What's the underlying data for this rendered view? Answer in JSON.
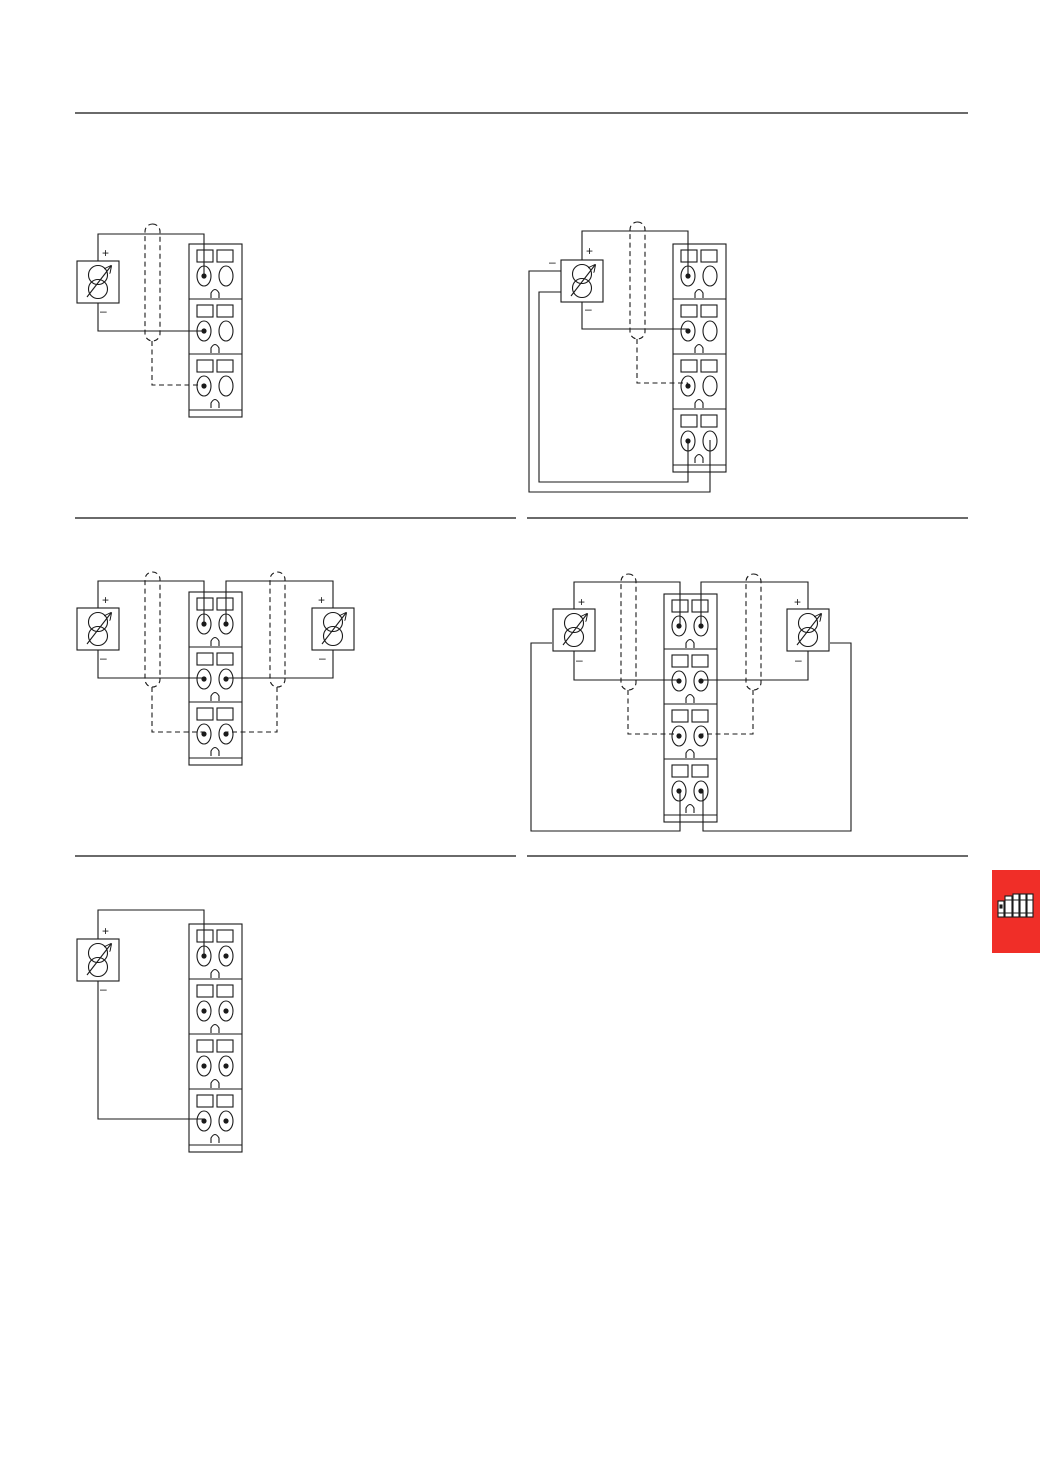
{
  "colors": {
    "line": "#1a1a1a",
    "rule": "#555555",
    "tab": "#f02e28"
  },
  "labels": {
    "plus": "+",
    "minus": "–"
  },
  "diagrams": [
    {
      "id": "two-wire-shielded",
      "transmitters": 1,
      "terminal_slots": 3,
      "shielded": true,
      "power_wires": false
    },
    {
      "id": "four-wire-shielded",
      "transmitters": 1,
      "terminal_slots": 4,
      "shielded": true,
      "power_wires": true
    },
    {
      "id": "two-wire-dual-shielded",
      "transmitters": 2,
      "terminal_slots": 3,
      "shielded": true,
      "power_wires": false
    },
    {
      "id": "four-wire-dual-shielded",
      "transmitters": 2,
      "terminal_slots": 4,
      "shielded": true,
      "power_wires": true
    },
    {
      "id": "two-wire-unshielded",
      "transmitters": 1,
      "terminal_slots": 4,
      "shielded": false,
      "power_wires": false
    }
  ],
  "side_tab": {
    "icon": "plc-rack-icon"
  }
}
